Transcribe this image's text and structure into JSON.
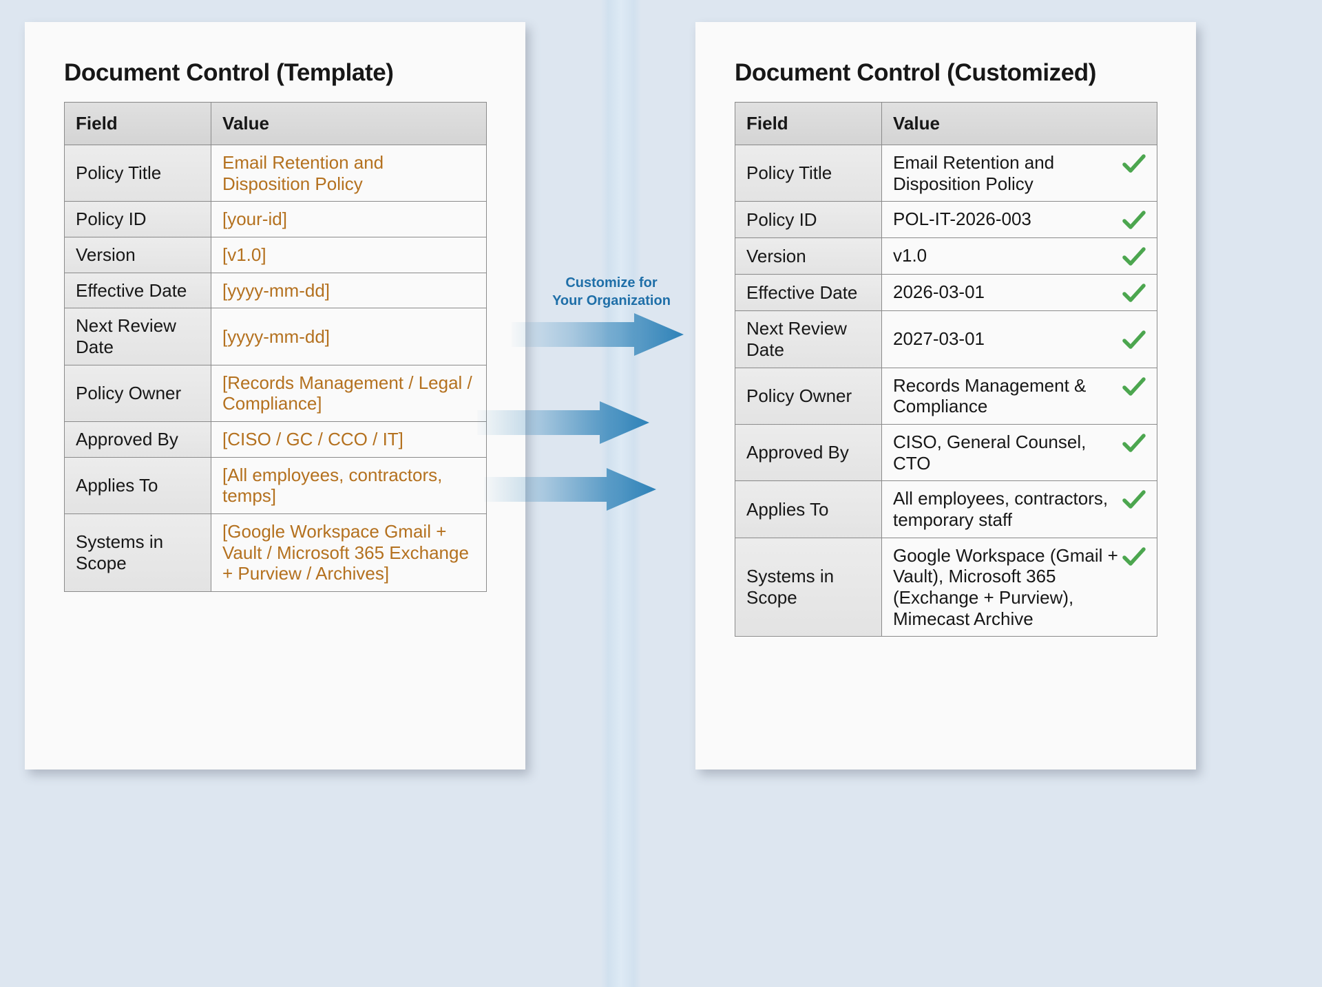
{
  "background_color": "#dde6f0",
  "accent_colors": {
    "placeholder_orange": "#b4711f",
    "arrow_blue": "#2e82b8",
    "check_green": "#4ca64f",
    "label_blue": "#1f6fa8"
  },
  "left_panel": {
    "title": "Document Control (Template)",
    "columns": [
      "Field",
      "Value"
    ],
    "rows": [
      {
        "field": "Policy Title",
        "value": "Email Retention and Disposition Policy"
      },
      {
        "field": "Policy ID",
        "value": "[your-id]"
      },
      {
        "field": "Version",
        "value": "[v1.0]"
      },
      {
        "field": "Effective Date",
        "value": "[yyyy-mm-dd]"
      },
      {
        "field": "Next Review Date",
        "value": "[yyyy-mm-dd]"
      },
      {
        "field": "Policy Owner",
        "value": "[Records Management / Legal / Compliance]"
      },
      {
        "field": "Approved By",
        "value": "[CISO / GC / CCO / IT]"
      },
      {
        "field": "Applies To",
        "value": "[All employees, contractors, temps]"
      },
      {
        "field": "Systems in Scope",
        "value": "[Google Workspace Gmail + Vault / Microsoft 365 Exchange + Purview / Archives]"
      }
    ]
  },
  "right_panel": {
    "title": "Document Control (Customized)",
    "columns": [
      "Field",
      "Value"
    ],
    "rows": [
      {
        "field": "Policy Title",
        "value": "Email Retention and Disposition Policy",
        "checked": true
      },
      {
        "field": "Policy ID",
        "value": "POL-IT-2026-003",
        "checked": true
      },
      {
        "field": "Version",
        "value": "v1.0",
        "checked": true
      },
      {
        "field": "Effective Date",
        "value": "2026-03-01",
        "checked": true
      },
      {
        "field": "Next Review Date",
        "value": "2027-03-01",
        "checked": true
      },
      {
        "field": "Policy Owner",
        "value": "Records Management & Compliance",
        "checked": true
      },
      {
        "field": "Approved By",
        "value": "CISO, General Counsel, CTO",
        "checked": true
      },
      {
        "field": "Applies To",
        "value": "All employees, contractors, temporary staff",
        "checked": true
      },
      {
        "field": "Systems in Scope",
        "value": "Google Workspace (Gmail + Vault), Microsoft 365 (Exchange + Purview), Mimecast Archive",
        "checked": true
      }
    ]
  },
  "connector": {
    "label_line1": "Customize for",
    "label_line2": "Your Organization",
    "arrow_count": 3
  }
}
